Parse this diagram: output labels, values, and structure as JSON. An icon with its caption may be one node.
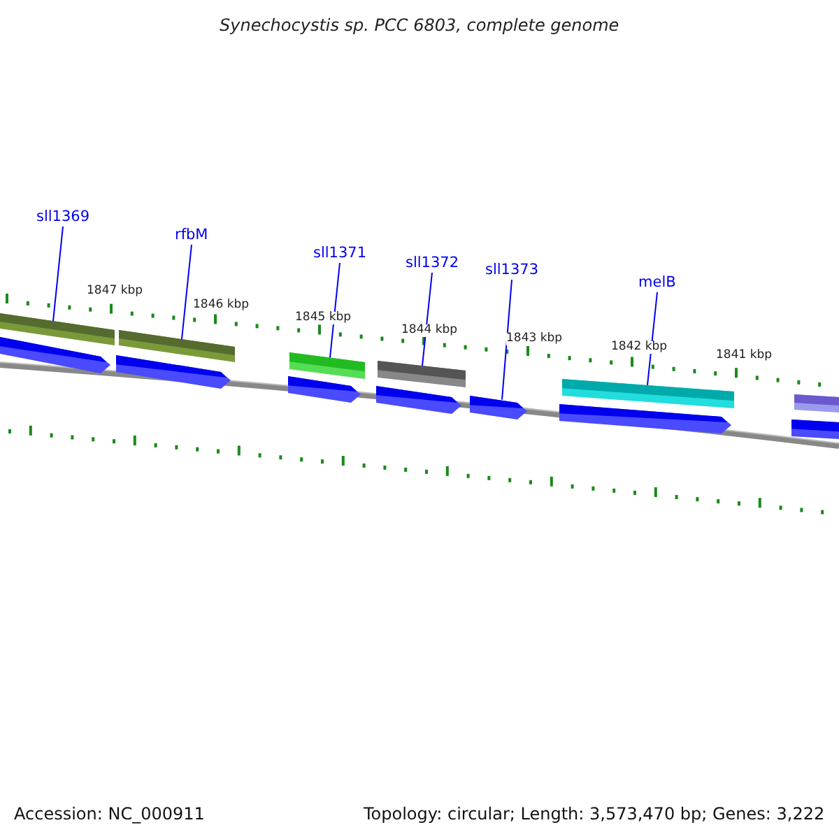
{
  "diagram": {
    "title": "Synechocystis sp. PCC 6803, complete genome",
    "nodes": [
      {
        "text": [
          "sll1369"
        ]
      },
      {
        "text": [
          "rfbM"
        ]
      },
      {
        "text": [
          "sll1371"
        ]
      },
      {
        "text": [
          "sll1372"
        ]
      },
      {
        "text": [
          "sll1373"
        ]
      },
      {
        "text": [
          "melB"
        ]
      },
      {
        "text": [],
        "shape": "bar"
      },
      {
        "text": [],
        "shape": "bar"
      },
      {
        "text": [],
        "shape": "bar"
      },
      {
        "text": [],
        "shape": "bar"
      },
      {
        "text": [],
        "shape": "bar"
      },
      {
        "text": [],
        "shape": "bar"
      }
    ],
    "edges": [
      {
        "from": 0,
        "to": 6,
        "arrow": "none"
      },
      {
        "from": 1,
        "to": 7,
        "arrow": "none"
      },
      {
        "from": 2,
        "to": 8,
        "arrow": "none"
      },
      {
        "from": 3,
        "to": 9,
        "arrow": "none"
      },
      {
        "from": 4,
        "to": 10,
        "arrow": "none"
      },
      {
        "from": 5,
        "to": 11,
        "arrow": "none"
      }
    ],
    "labels": [
      "1847 kbp",
      "1846 kbp",
      "1845 kbp",
      "1844 kbp",
      "1843 kbp",
      "1842 kbp",
      "1841 kbp",
      "Accession: NC_000911",
      "Topology: circular; Length: 3,573,470 bp; Genes: 3,222"
    ]
  }
}
